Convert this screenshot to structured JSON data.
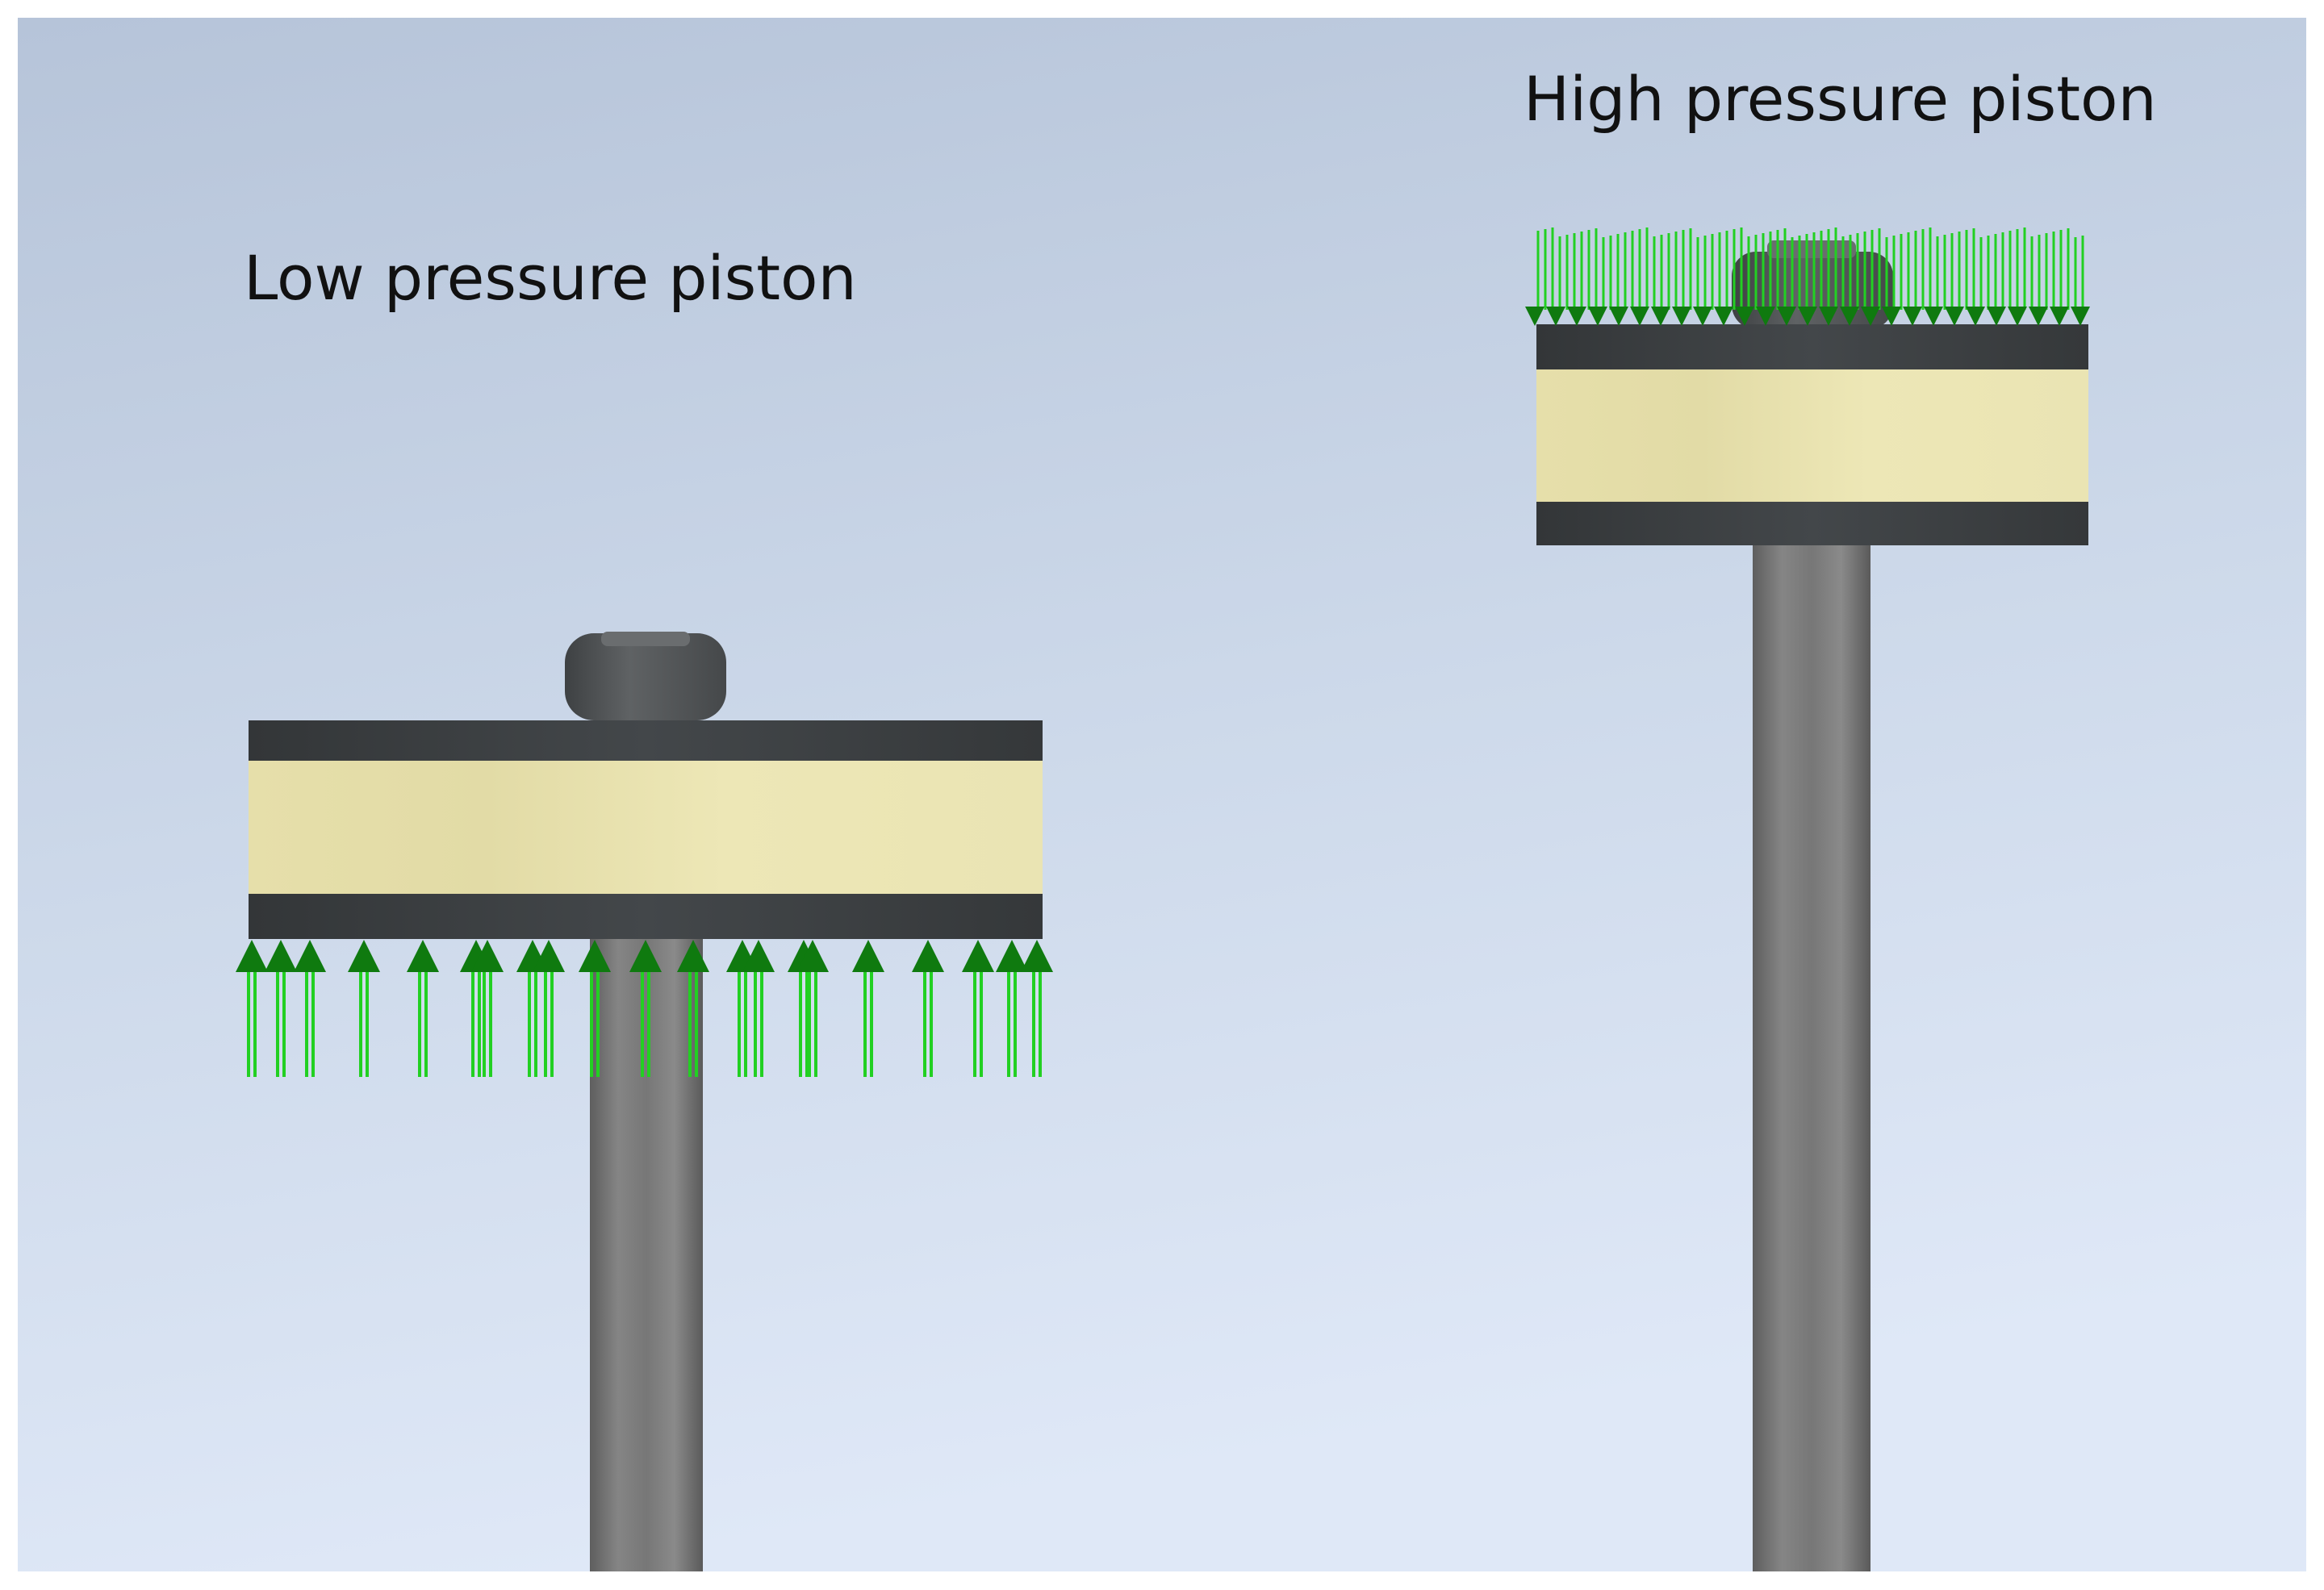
{
  "labels": {
    "low_piston": "Low pressure piston",
    "high_piston": "High pressure piston"
  },
  "colors": {
    "background_top": "#b8c6da",
    "background_bottom": "#dde7f6",
    "band_dark": "#3a3e40",
    "band_seal": "#ece6b2",
    "rod": "#7a7a7a",
    "nut": "#55585a",
    "pressure_arrow": "#22d022",
    "arrow_head": "#0f7a0f"
  },
  "icons": {
    "low_piston_arrows": "arrow-up",
    "high_piston_arrows": "arrow-down"
  }
}
